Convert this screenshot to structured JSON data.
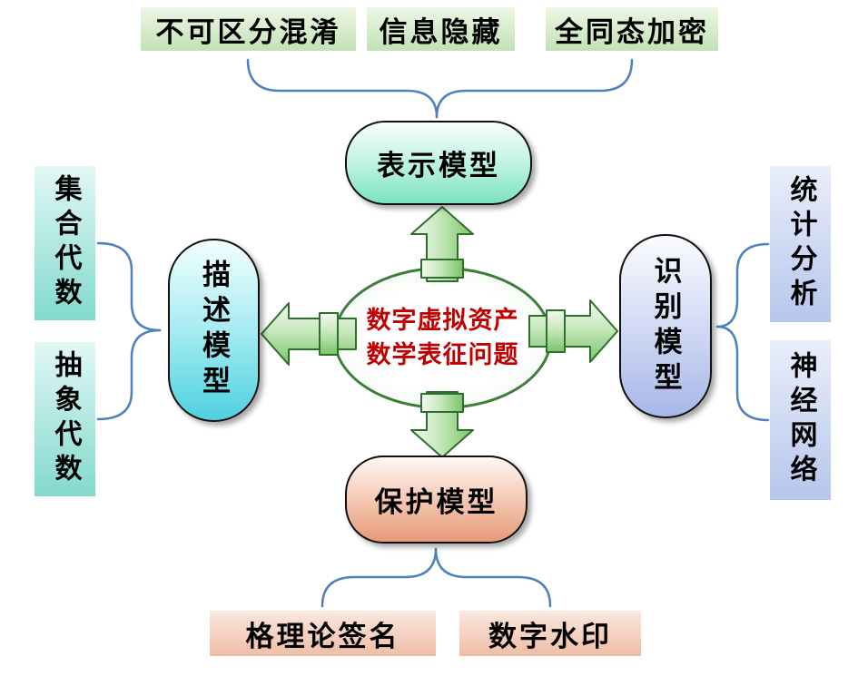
{
  "diagram": {
    "center": {
      "title_line1": "数字虚拟资产",
      "title_line2": "数学表征问题"
    },
    "models": {
      "top": "表示模型",
      "left": "描述模型",
      "right": "识别模型",
      "bottom": "保护模型"
    },
    "top_items": [
      "不可区分混淆",
      "信息隐藏",
      "全同态加密"
    ],
    "left_items": [
      "集合代数",
      "抽象代数"
    ],
    "right_items": [
      "统计分析",
      "神经网络"
    ],
    "bottom_items": [
      "格理论签名",
      "数字水印"
    ],
    "colors": {
      "center_text": "#c00000",
      "center_border": "#3f7d3a",
      "arrow_border": "#2e6f2e",
      "arrow_fill_light": "#f2faef",
      "arrow_fill_dark": "#79c468",
      "brace": "#4f81bd",
      "top_item_bg": "#c3e1b4",
      "left_item_bg": "#82d9ce",
      "right_item_bg": "#b6c6ec",
      "bottom_item_bg": "#efbda6",
      "model_top_bg": "#7be3c0",
      "model_left_bg": "#4fd0e0",
      "model_right_bg": "#a7b7e8",
      "model_bottom_bg": "#e59a77",
      "text": "#000000"
    }
  }
}
